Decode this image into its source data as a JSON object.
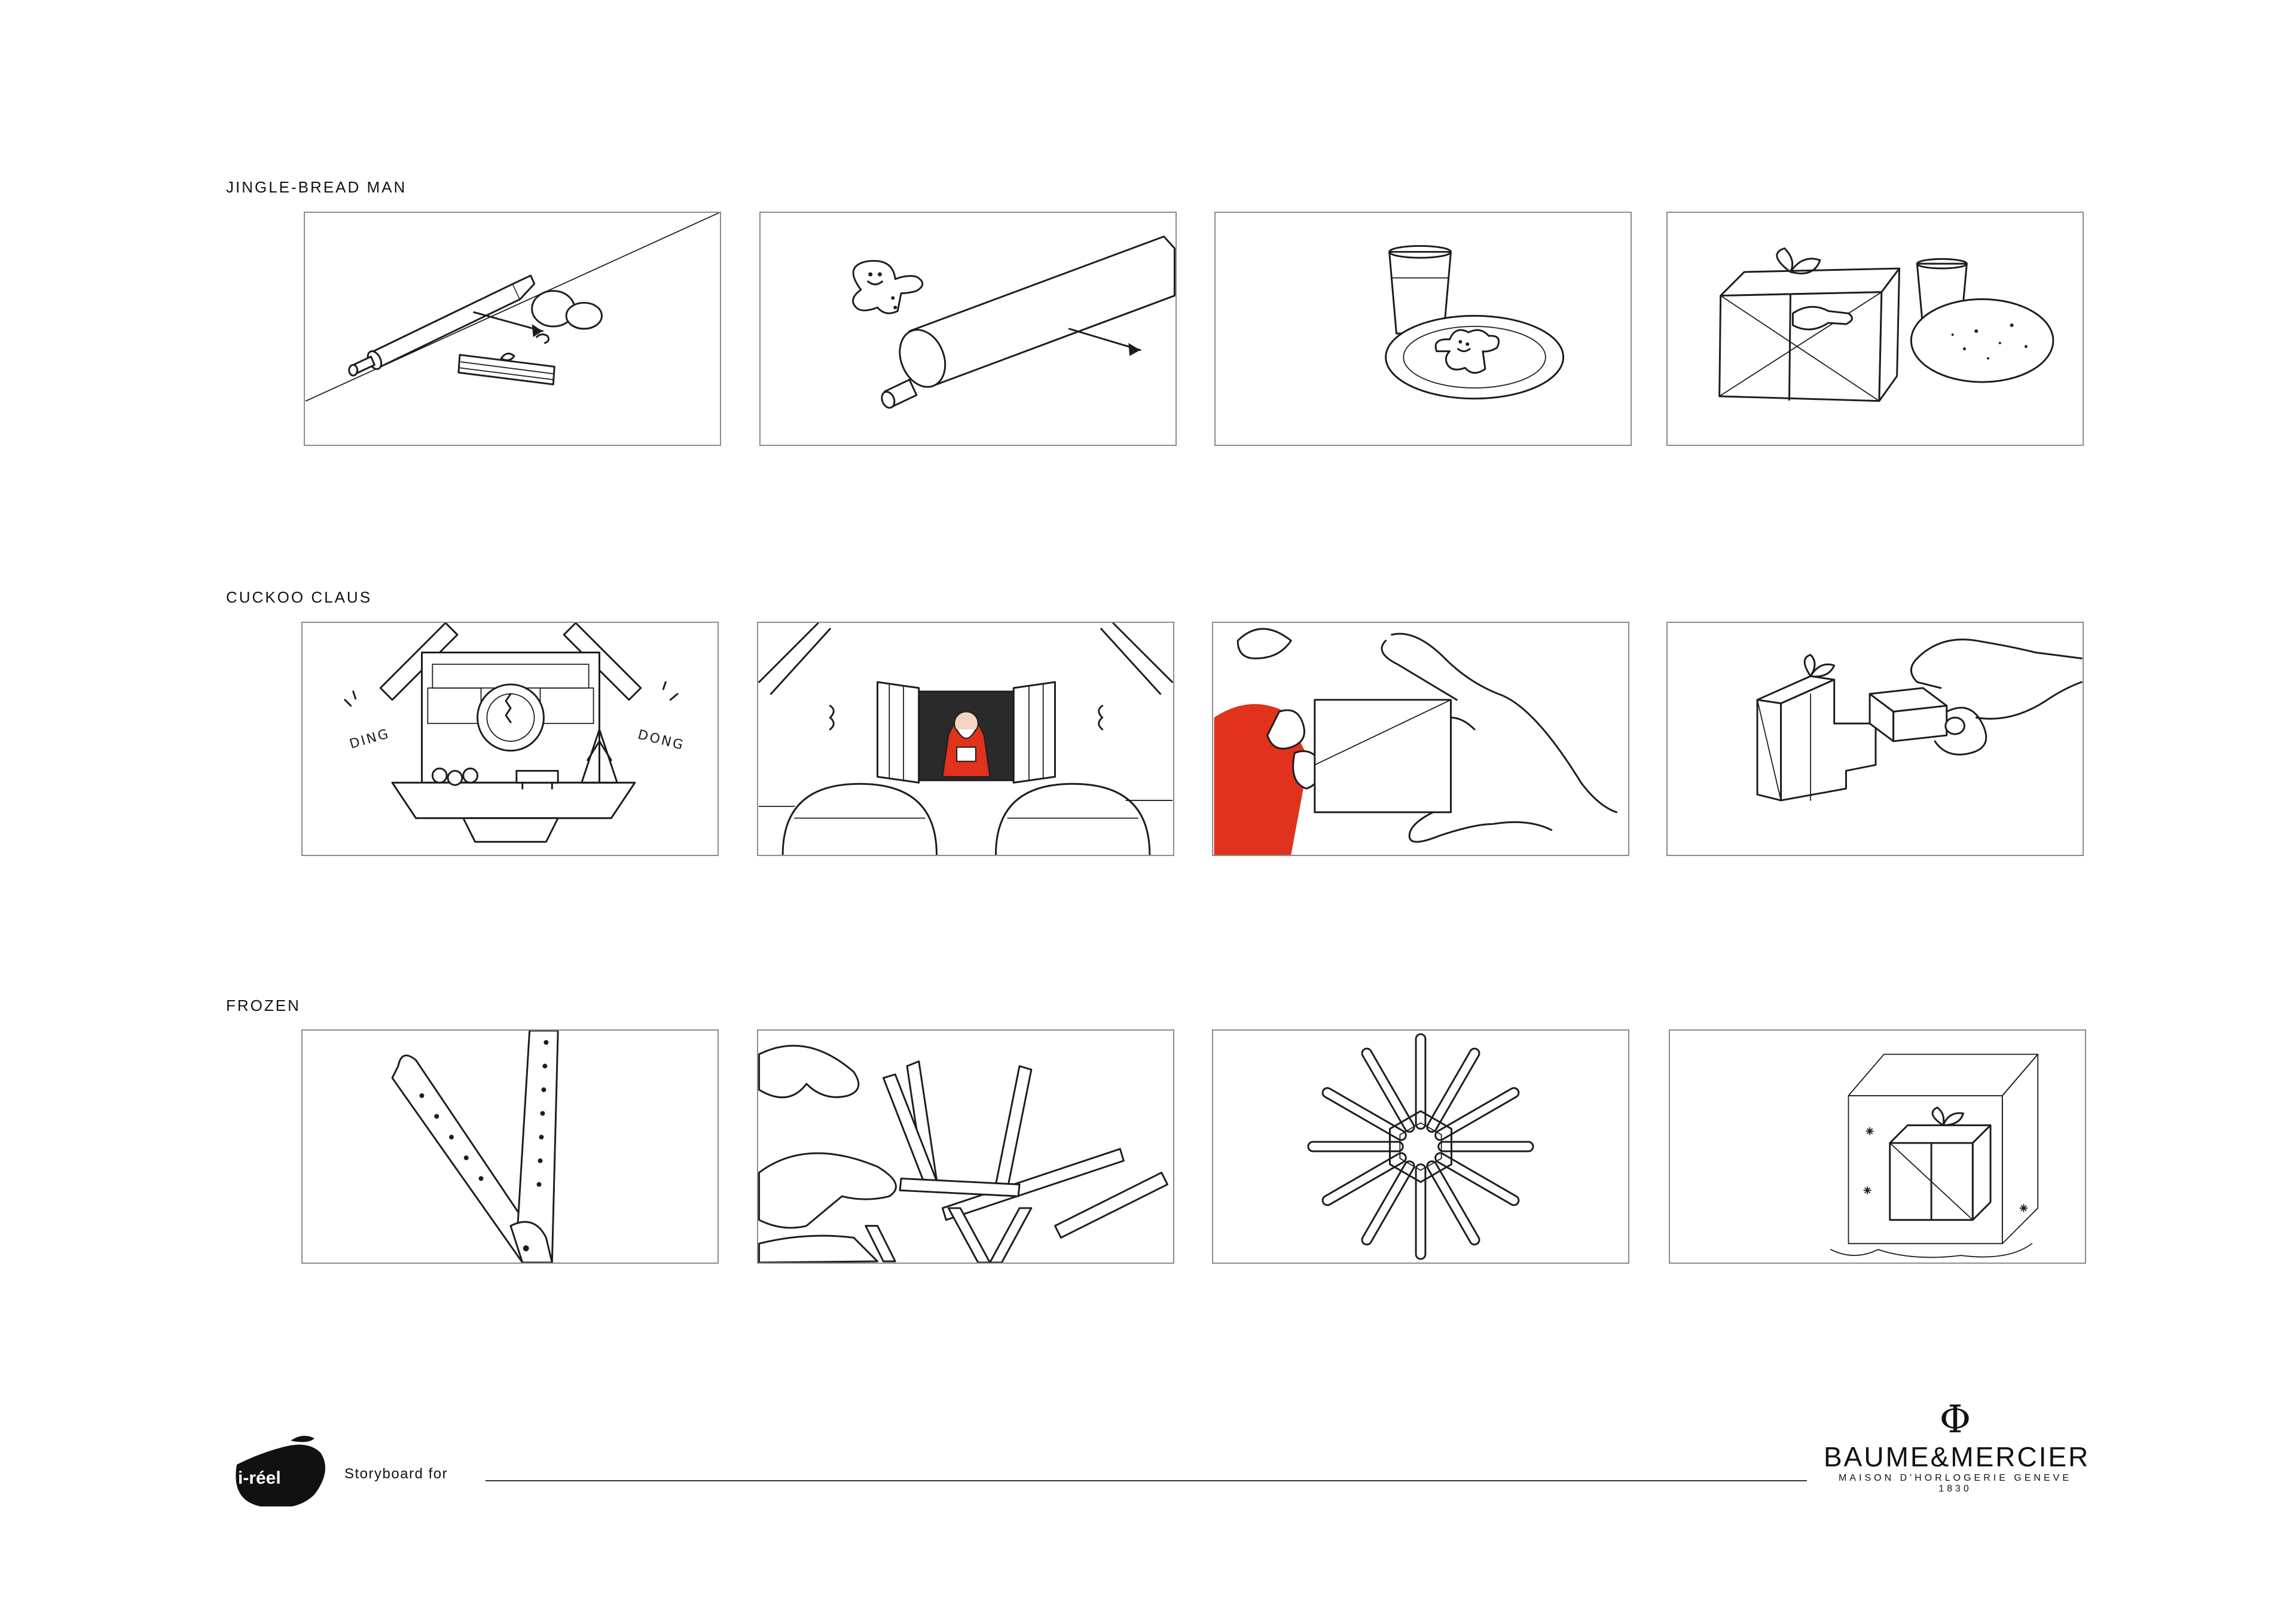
{
  "sections": [
    {
      "label": "JINGLE-BREAD MAN"
    },
    {
      "label": "CUCKOO CLAUS"
    },
    {
      "label": "FROZEN"
    }
  ],
  "frames": {
    "cuckoo_left_sound": "DING",
    "cuckoo_right_sound": "DONG"
  },
  "footer": {
    "logo_text": "i-réel",
    "storyboard_label": "Storyboard for"
  },
  "brand": {
    "symbol": "Φ",
    "name": "BAUME&MERCIER",
    "tagline": "MAISON D'HORLOGERIE GENEVE 1830"
  },
  "colors": {
    "frame_border": "#8c8c8c",
    "santa_red": "#e0321c",
    "ink": "#1d1d1d"
  }
}
